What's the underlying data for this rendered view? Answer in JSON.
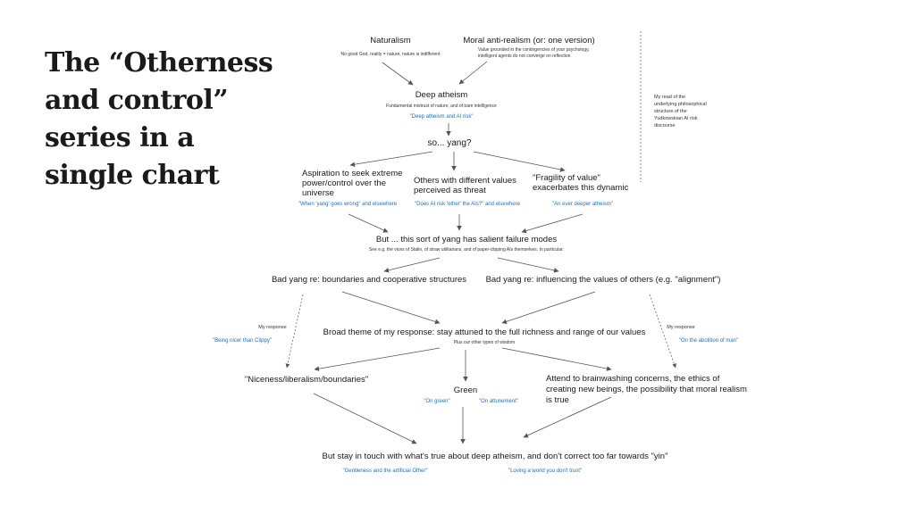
{
  "title": "The “Otherness and control” series in a single chart",
  "naturalism": {
    "label": "Naturalism",
    "sub": "No good God, reality = nature, nature is indifferent"
  },
  "moral_anti_realism": {
    "label": "Moral anti-realism (or: one version)",
    "sub_line1": "Value grounded in the contingencies of your psychology,",
    "sub_line2": "intelligent agents do not converge on reflection"
  },
  "deep_atheism": {
    "label": "Deep atheism",
    "sub": "Fundamental mistrust of nature, and of bare intelligence",
    "link": "\"Deep atheism and AI risk\""
  },
  "so_yang": {
    "label": "so... yang?"
  },
  "aspiration": {
    "label": "Aspiration to seek extreme power/control over the universe",
    "link": "\"When 'yang' goes wrong\" and elsewhere"
  },
  "others_threat": {
    "label": "Others with different values perceived as threat",
    "link": "\"Does AI risk 'other' the AIs?\" and elsewhere"
  },
  "fragility": {
    "label": "\"Fragility of value\" exacerbates this dynamic",
    "link": "\"An ever deeper atheism\""
  },
  "failure_modes": {
    "label": "But ... this sort of yang has salient failure modes",
    "sub": "See e.g. the vices of Stalin, of straw utilitarians, and of paper-clipping AIs themselves. In particular:"
  },
  "bad_yang_boundaries": {
    "label": "Bad yang re: boundaries and cooperative structures"
  },
  "bad_yang_values": {
    "label": "Bad yang re: influencing the values of others (e.g. \"alignment\")"
  },
  "broad_theme": {
    "label": "Broad theme of my response: stay attuned to the full richness and range of our values",
    "sub": "Plus our other types of wisdom"
  },
  "my_response_left": {
    "label": "My response",
    "link": "\"Being nicer than Clippy\""
  },
  "my_response_right": {
    "label": "My response",
    "link": "\"On the abolition of man\""
  },
  "niceness": {
    "label": "\"Niceness/liberalism/boundaries\""
  },
  "green": {
    "label": "Green",
    "link1": "\"On green\"",
    "link2": "\"On attunement\""
  },
  "attend": {
    "label": "Attend to brainwashing concerns, the ethics of creating new beings, the possibility that moral realism is true"
  },
  "stay_in_touch": {
    "label": "But stay in touch with what's true about deep atheism, and don't correct too far towards \"yin\"",
    "link1": "\"Gentleness and the artificial Other\"",
    "link2": "\"Loving a world you don't trust\""
  },
  "side_note": "My read of the underlying philosophical structure of the Yudkowskian AI risk discourse",
  "colors": {
    "text": "#1a1a1a",
    "link": "#1f6fc5",
    "arrow": "#555555",
    "background": "#ffffff"
  }
}
